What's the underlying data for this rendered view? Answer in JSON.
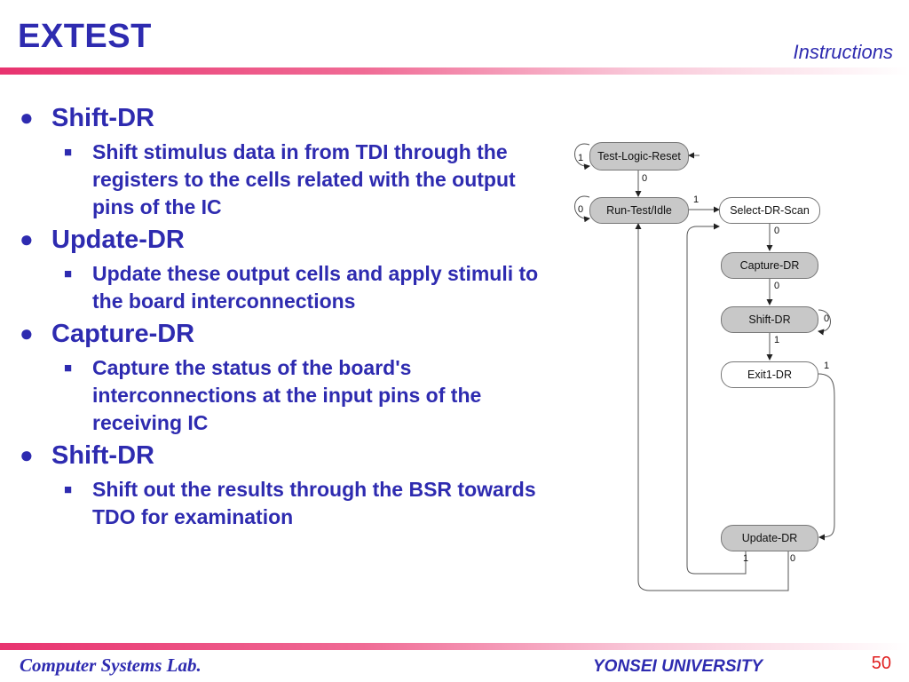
{
  "header": {
    "title": "EXTEST",
    "subtitle": "Instructions"
  },
  "content": {
    "sections": [
      {
        "heading": "Shift-DR",
        "items": [
          "Shift stimulus data in from TDI through the registers to the cells related with the output pins of the IC"
        ]
      },
      {
        "heading": "Update-DR",
        "items": [
          "Update these output cells and apply stimuli to the board interconnections"
        ]
      },
      {
        "heading": "Capture-DR",
        "items": [
          "Capture the status of the board's interconnections at the input pins of the receiving IC"
        ]
      },
      {
        "heading": "Shift-DR",
        "items": [
          "Shift out the results through the BSR towards TDO for examination"
        ]
      }
    ]
  },
  "diagram": {
    "nodes": {
      "tlr": "Test-Logic-Reset",
      "rti": "Run-Test/Idle",
      "sdrs": "Select-DR-Scan",
      "cdr": "Capture-DR",
      "sdr": "Shift-DR",
      "e1dr": "Exit1-DR",
      "udr": "Update-DR"
    },
    "labels": {
      "tlr_self": "1",
      "tlr_to_rti": "0",
      "rti_self": "0",
      "rti_to_sdrs": "1",
      "sdrs_to_cdr": "0",
      "cdr_to_sdr": "0",
      "sdr_self": "0",
      "sdr_to_e1dr": "1",
      "e1dr_to_udr": "1",
      "udr_to_rti": "1",
      "udr_to_sdrs": "0"
    }
  },
  "footer": {
    "lab": "Computer Systems Lab.",
    "university": "YONSEI UNIVERSITY",
    "page": "50"
  }
}
